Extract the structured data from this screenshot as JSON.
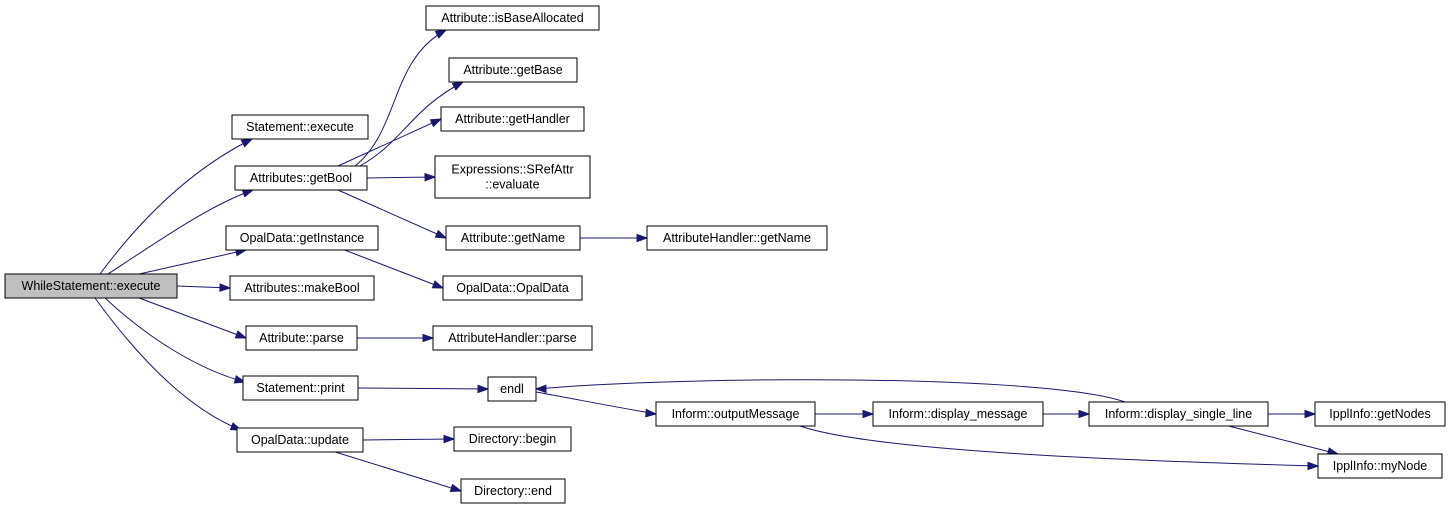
{
  "nodes": [
    {
      "id": "root",
      "lines": [
        "WhileStatement::execute"
      ],
      "highlight": true
    },
    {
      "id": "stmt_execute",
      "lines": [
        "Statement::execute"
      ]
    },
    {
      "id": "attrs_getBool",
      "lines": [
        "Attributes::getBool"
      ]
    },
    {
      "id": "opal_getInstance",
      "lines": [
        "OpalData::getInstance"
      ]
    },
    {
      "id": "attrs_makeBool",
      "lines": [
        "Attributes::makeBool"
      ]
    },
    {
      "id": "attr_parse",
      "lines": [
        "Attribute::parse"
      ]
    },
    {
      "id": "stmt_print",
      "lines": [
        "Statement::print"
      ]
    },
    {
      "id": "opal_update",
      "lines": [
        "OpalData::update"
      ]
    },
    {
      "id": "attr_isBaseAllocated",
      "lines": [
        "Attribute::isBaseAllocated"
      ]
    },
    {
      "id": "attr_getBase",
      "lines": [
        "Attribute::getBase"
      ]
    },
    {
      "id": "attr_getHandler",
      "lines": [
        "Attribute::getHandler"
      ]
    },
    {
      "id": "expr_srefattr",
      "lines": [
        "Expressions::SRefAttr",
        "::evaluate"
      ]
    },
    {
      "id": "attr_getName",
      "lines": [
        "Attribute::getName"
      ]
    },
    {
      "id": "opal_ctor",
      "lines": [
        "OpalData::OpalData"
      ]
    },
    {
      "id": "ah_parse",
      "lines": [
        "AttributeHandler::parse"
      ]
    },
    {
      "id": "endl",
      "lines": [
        "endl"
      ]
    },
    {
      "id": "dir_begin",
      "lines": [
        "Directory::begin"
      ]
    },
    {
      "id": "dir_end",
      "lines": [
        "Directory::end"
      ]
    },
    {
      "id": "ah_getName",
      "lines": [
        "AttributeHandler::getName"
      ]
    },
    {
      "id": "inform_outputMessage",
      "lines": [
        "Inform::outputMessage"
      ]
    },
    {
      "id": "inform_display_message",
      "lines": [
        "Inform::display_message"
      ]
    },
    {
      "id": "inform_display_single_line",
      "lines": [
        "Inform::display_single_line"
      ]
    },
    {
      "id": "ippl_getNodes",
      "lines": [
        "IpplInfo::getNodes"
      ]
    },
    {
      "id": "ippl_myNode",
      "lines": [
        "IpplInfo::myNode"
      ]
    }
  ],
  "edges": [
    {
      "from": "root",
      "to": "stmt_execute"
    },
    {
      "from": "root",
      "to": "attrs_getBool"
    },
    {
      "from": "root",
      "to": "opal_getInstance"
    },
    {
      "from": "root",
      "to": "attrs_makeBool"
    },
    {
      "from": "root",
      "to": "attr_parse"
    },
    {
      "from": "root",
      "to": "stmt_print"
    },
    {
      "from": "root",
      "to": "opal_update"
    },
    {
      "from": "attrs_getBool",
      "to": "attr_isBaseAllocated"
    },
    {
      "from": "attrs_getBool",
      "to": "attr_getBase"
    },
    {
      "from": "attrs_getBool",
      "to": "attr_getHandler"
    },
    {
      "from": "attrs_getBool",
      "to": "expr_srefattr"
    },
    {
      "from": "attrs_getBool",
      "to": "attr_getName"
    },
    {
      "from": "attr_getName",
      "to": "ah_getName"
    },
    {
      "from": "opal_getInstance",
      "to": "opal_ctor"
    },
    {
      "from": "attr_parse",
      "to": "ah_parse"
    },
    {
      "from": "stmt_print",
      "to": "endl"
    },
    {
      "from": "endl",
      "to": "inform_outputMessage"
    },
    {
      "from": "inform_outputMessage",
      "to": "inform_display_message"
    },
    {
      "from": "inform_outputMessage",
      "to": "ippl_myNode"
    },
    {
      "from": "inform_display_message",
      "to": "inform_display_single_line"
    },
    {
      "from": "inform_display_single_line",
      "to": "endl"
    },
    {
      "from": "inform_display_single_line",
      "to": "ippl_getNodes"
    },
    {
      "from": "inform_display_single_line",
      "to": "ippl_myNode"
    },
    {
      "from": "opal_update",
      "to": "dir_begin"
    },
    {
      "from": "opal_update",
      "to": "dir_end"
    }
  ],
  "colors": {
    "edge": "#191970",
    "highlight_fill": "#bfbfbf",
    "node_fill": "#ffffff",
    "node_border": "#000000"
  }
}
